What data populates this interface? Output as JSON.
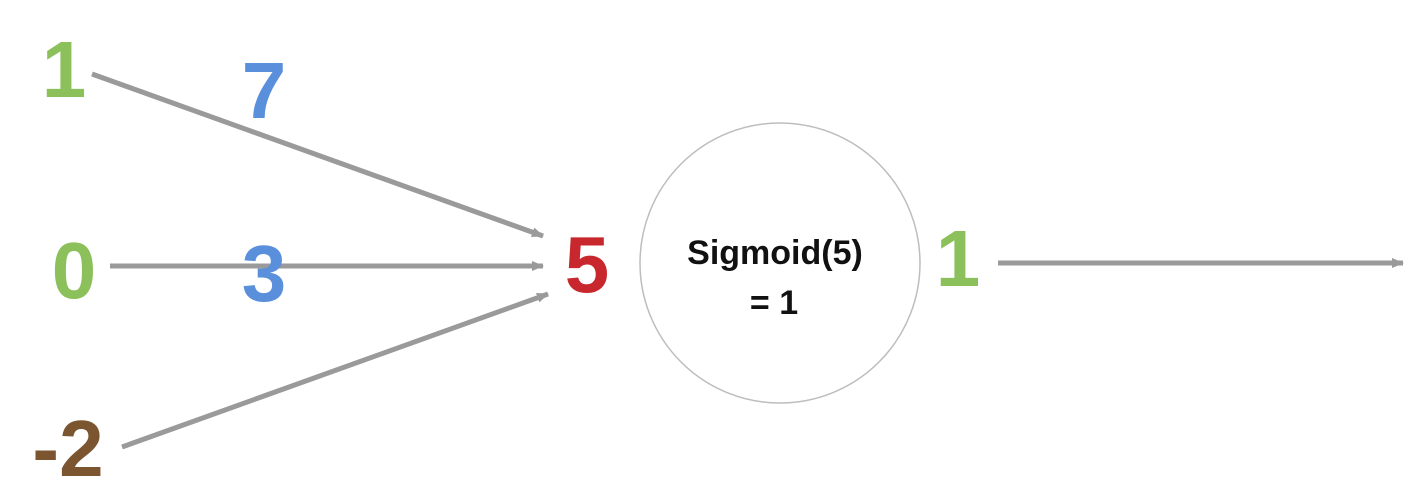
{
  "inputs": [
    {
      "value": "1",
      "weight": "7",
      "value_color": "#8BC05A"
    },
    {
      "value": "0",
      "weight": "3",
      "value_color": "#8BC05A"
    },
    {
      "value": "-2",
      "value_color": "#7B5430"
    }
  ],
  "weight_color": "#5A8FDC",
  "weighted_sum": {
    "value": "5",
    "color": "#C8282D"
  },
  "node": {
    "line1": "Sigmoid(5)",
    "line2": "= 1"
  },
  "output": {
    "value": "1",
    "color": "#8BC05A"
  },
  "arrow_color": "#9A9A9A",
  "node_border_color": "#BDBDBD"
}
